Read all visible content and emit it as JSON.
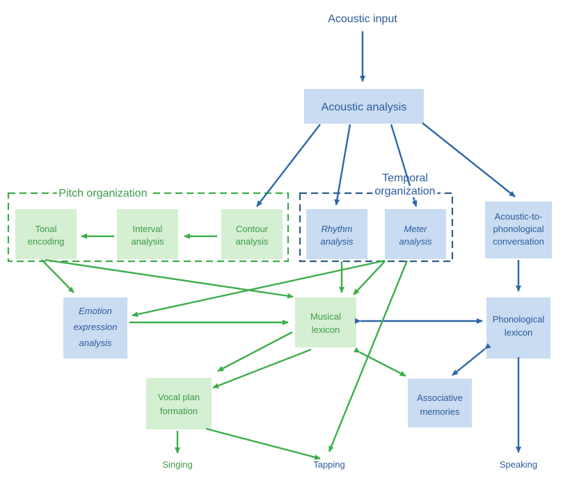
{
  "colors": {
    "blue_box": "#c9dcf2",
    "green_box": "#d5efd3",
    "blue_line": "#2e66a8",
    "green_line": "#3cad4b",
    "blue_text": "#2c5a9a",
    "green_text": "#3d9a48"
  },
  "labels": {
    "acoustic_input": "Acoustic input",
    "acoustic_analysis": "Acoustic analysis",
    "pitch_organization": "Pitch organization",
    "temporal_organization_1": "Temporal",
    "temporal_organization_2": "organization",
    "tonal_encoding_1": "Tonal",
    "tonal_encoding_2": "encoding",
    "interval_analysis_1": "Interval",
    "interval_analysis_2": "analysis",
    "contour_analysis_1": "Contour",
    "contour_analysis_2": "analysis",
    "rhythm_analysis_1": "Rhythm",
    "rhythm_analysis_2": "analysis",
    "meter_analysis_1": "Meter",
    "meter_analysis_2": "analysis",
    "acoustic_to_phonological_1": "Acoustic-to-",
    "acoustic_to_phonological_2": "phonological",
    "acoustic_to_phonological_3": "conversation",
    "emotion_1": "Emotion",
    "emotion_2": "expression",
    "emotion_3": "analysis",
    "musical_lexicon_1": "Musical",
    "musical_lexicon_2": "lexicon",
    "phonological_lexicon_1": "Phonological",
    "phonological_lexicon_2": "lexicon",
    "vocal_plan_1": "Vocal plan",
    "vocal_plan_2": "formation",
    "associative_memories_1": "Associative",
    "associative_memories_2": "memories",
    "singing": "Singing",
    "tapping": "Tapping",
    "speaking": "Speaking"
  }
}
